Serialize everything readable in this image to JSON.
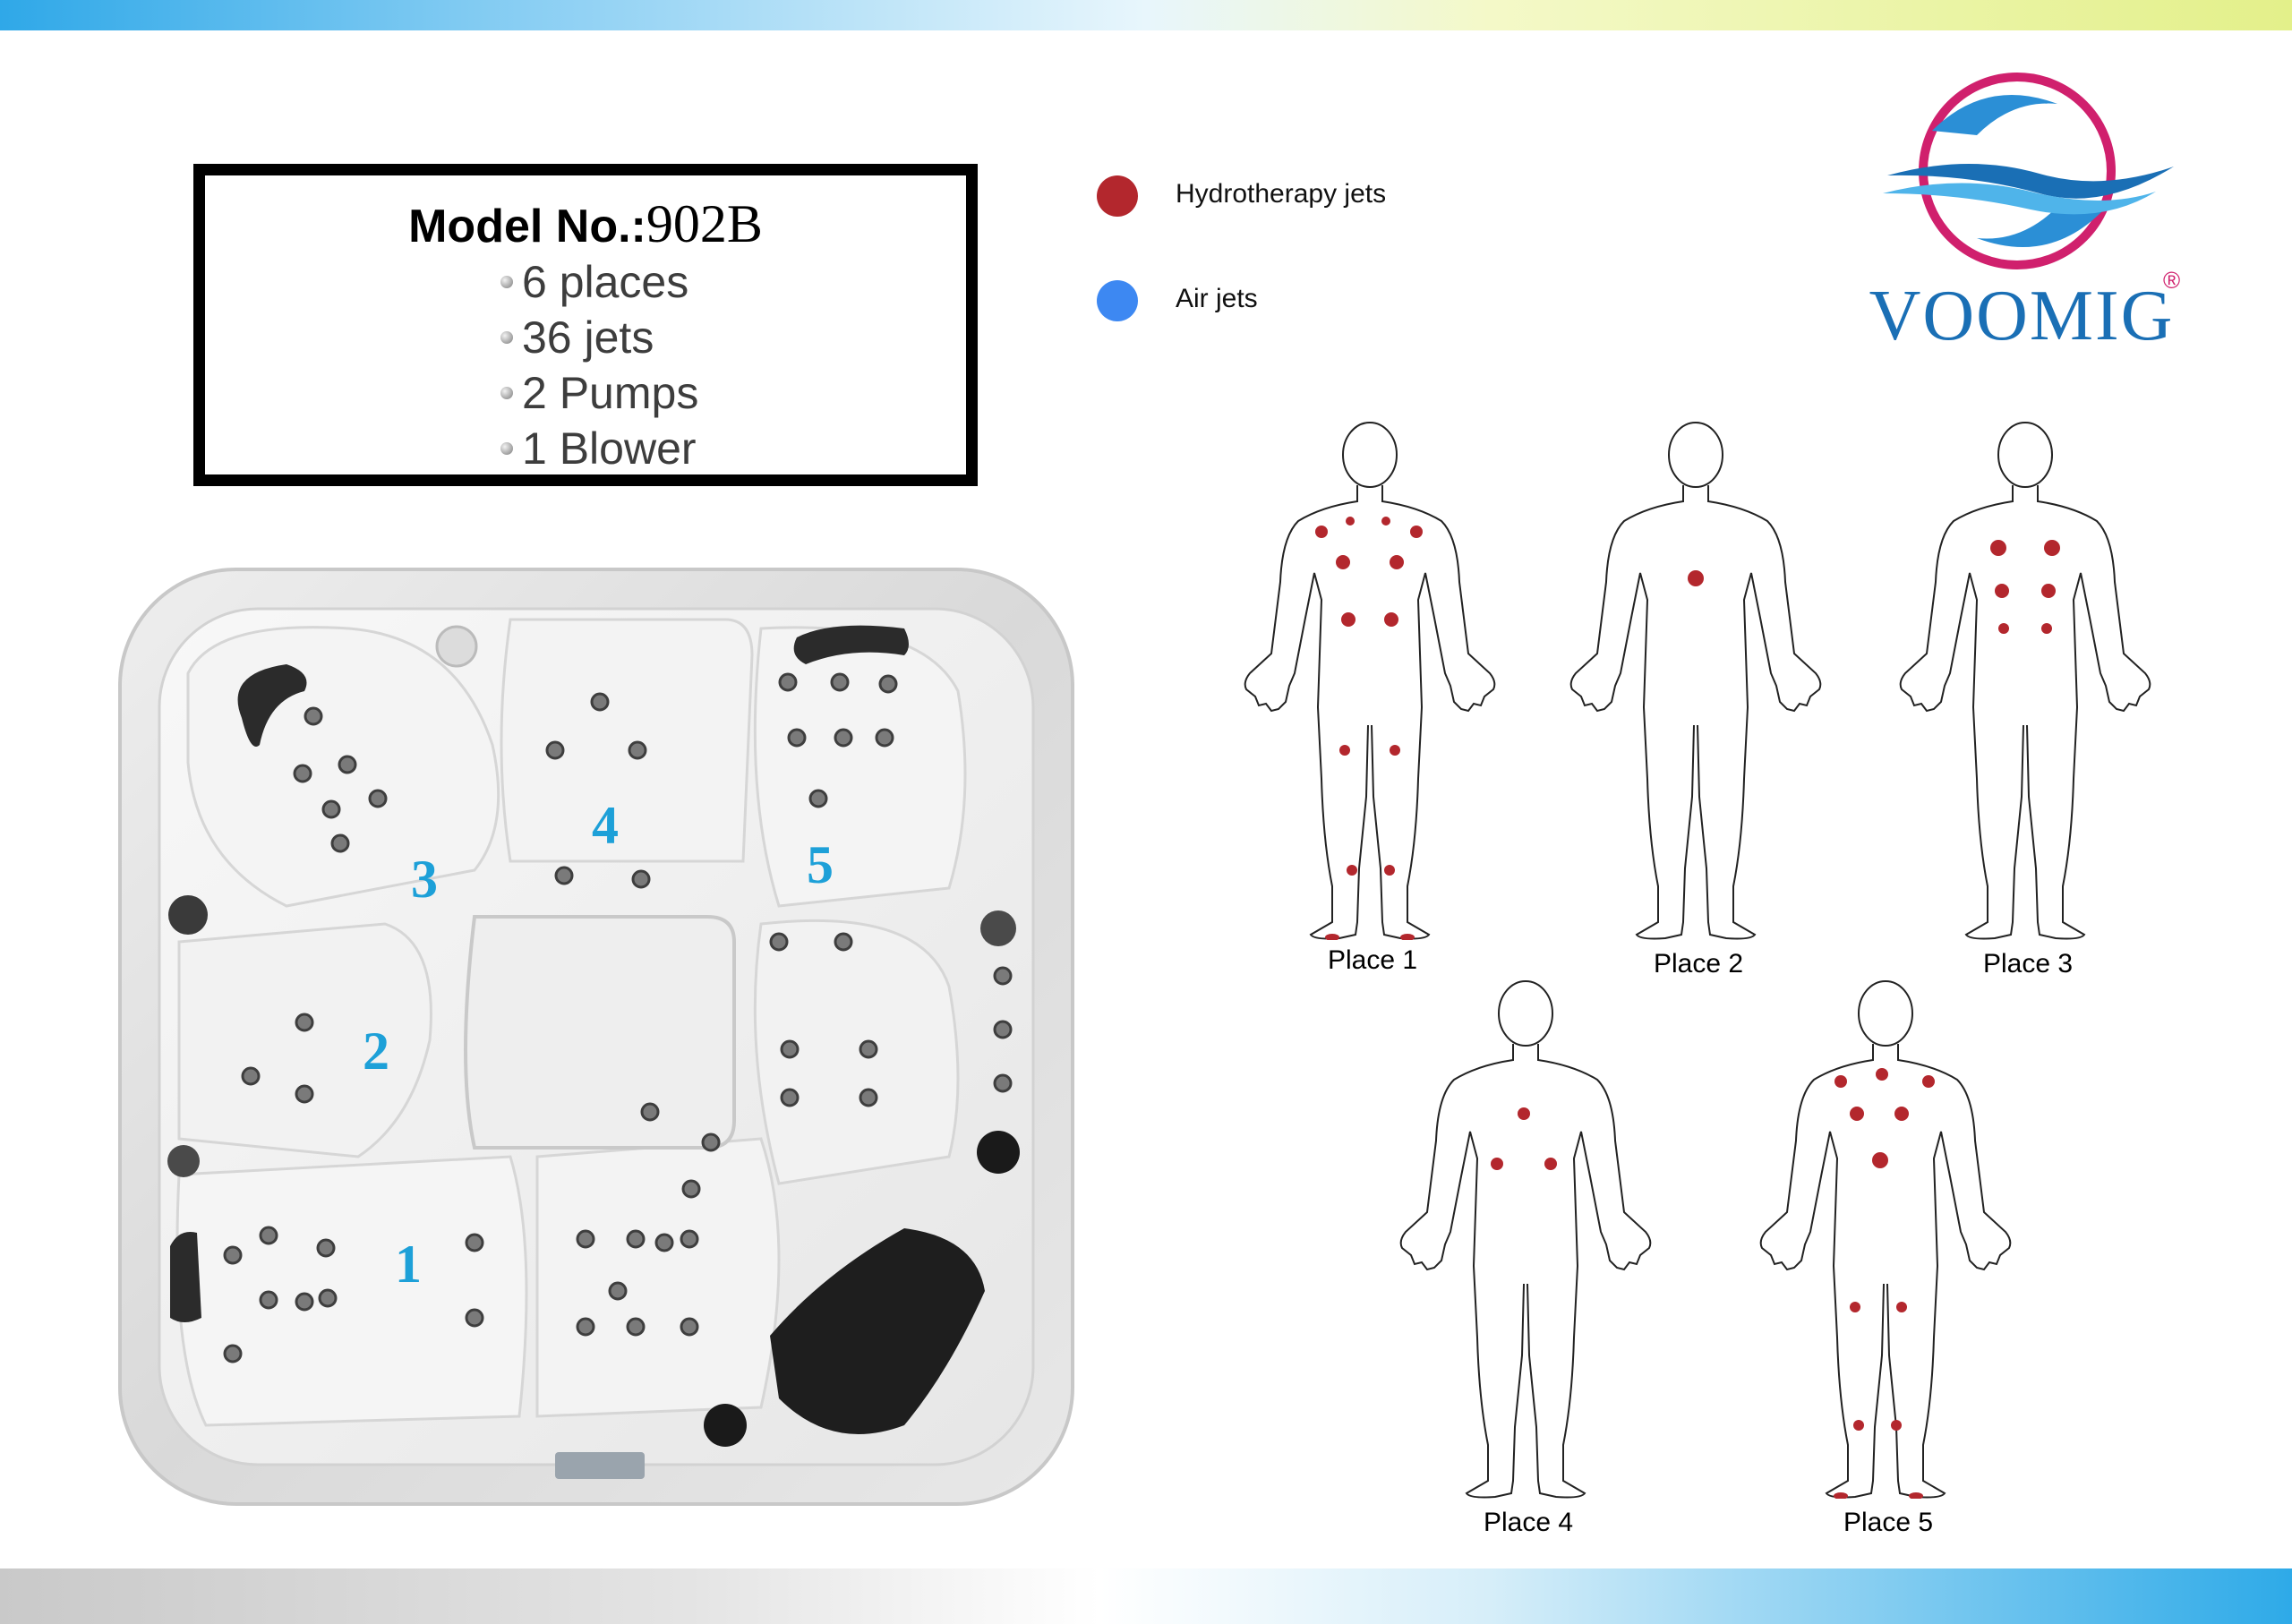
{
  "model": {
    "label": "Model No.:",
    "value": "902B"
  },
  "specs": [
    {
      "text": "6 places"
    },
    {
      "text": "36 jets"
    },
    {
      "text": "2 Pumps"
    },
    {
      "text": "1 Blower"
    }
  ],
  "legend": [
    {
      "label": "Hydrotherapy jets",
      "color": "#b3272d"
    },
    {
      "label": "Air jets",
      "color": "#3d88f2"
    }
  ],
  "brand": {
    "name": "VOOMIG",
    "registered": "®"
  },
  "tub": {
    "seat_numbers": [
      "1",
      "2",
      "3",
      "4",
      "5"
    ]
  },
  "places": [
    {
      "label": "Place 1"
    },
    {
      "label": "Place 2"
    },
    {
      "label": "Place 3"
    },
    {
      "label": "Place 4"
    },
    {
      "label": "Place 5"
    }
  ],
  "colors": {
    "hydro": "#b3272d",
    "air": "#3d88f2",
    "brand_blue": "#1a6fb5",
    "brand_pink": "#d0206d",
    "seat_number": "#1da0d8"
  }
}
